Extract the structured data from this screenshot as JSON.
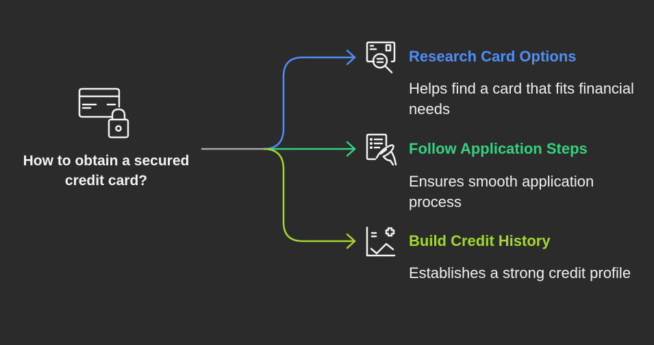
{
  "root": {
    "title": "How to obtain a secured credit card?",
    "icon": "credit-card-lock-icon"
  },
  "branches": [
    {
      "title": "Research Card Options",
      "description": "Helps find a card that fits financial needs",
      "icon": "document-search-icon",
      "color": "#4f8ef7"
    },
    {
      "title": "Follow Application Steps",
      "description": "Ensures smooth application process",
      "icon": "document-signing-hand-icon",
      "color": "#34d17f"
    },
    {
      "title": "Build Credit History",
      "description": "Establishes a strong credit profile",
      "icon": "chart-growth-plus-icon",
      "color": "#a3d631"
    }
  ],
  "colors": {
    "background": "#2b2b2b",
    "stem": "#a8a8a8",
    "text": "#f2f2f2"
  }
}
